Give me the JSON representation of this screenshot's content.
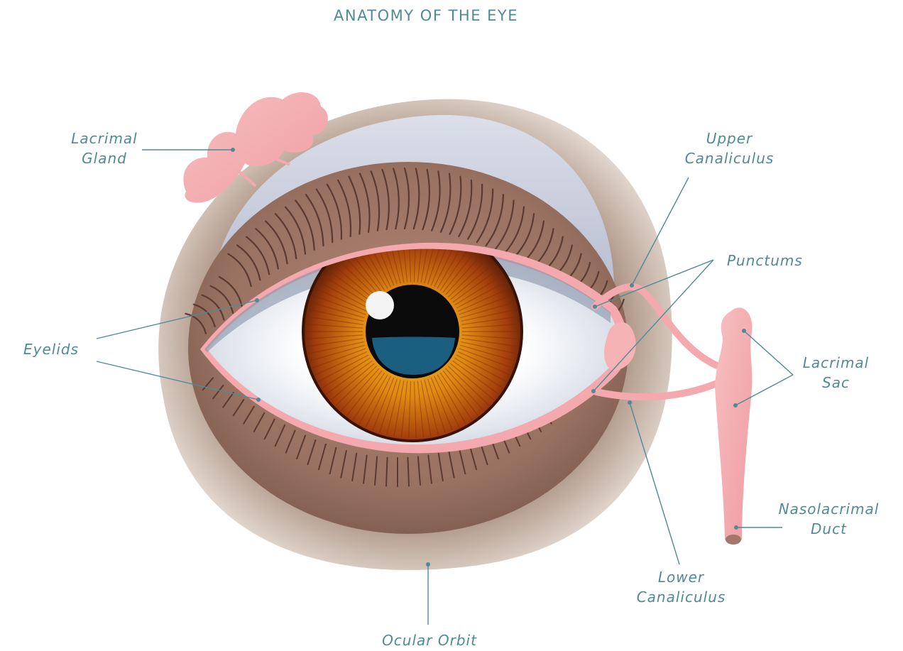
{
  "title": "ANATOMY OF THE EYE",
  "labels": {
    "lacrimal_gland": [
      "Lacrimal",
      "Gland"
    ],
    "upper_canaliculus": [
      "Upper",
      "Canaliculus"
    ],
    "punctums": "Punctums",
    "eyelids": "Eyelids",
    "lacrimal_sac": [
      "Lacrimal",
      "Sac"
    ],
    "nasolacrimal_duct": [
      "Nasolacrimal",
      "Duct"
    ],
    "lower_canaliculus": [
      "Lower",
      "Canaliculus"
    ],
    "ocular_orbit": "Ocular Orbit"
  },
  "colors": {
    "label": "#4f8a96",
    "leader_line": "#4f8a96",
    "skin_orbit": "#e6dbd2",
    "eyelid_skin": "#9a7668",
    "lacrimal_pink": "#f3a9ad",
    "iris": "#c9650f",
    "pupil_reflection": "#1a5f80"
  }
}
